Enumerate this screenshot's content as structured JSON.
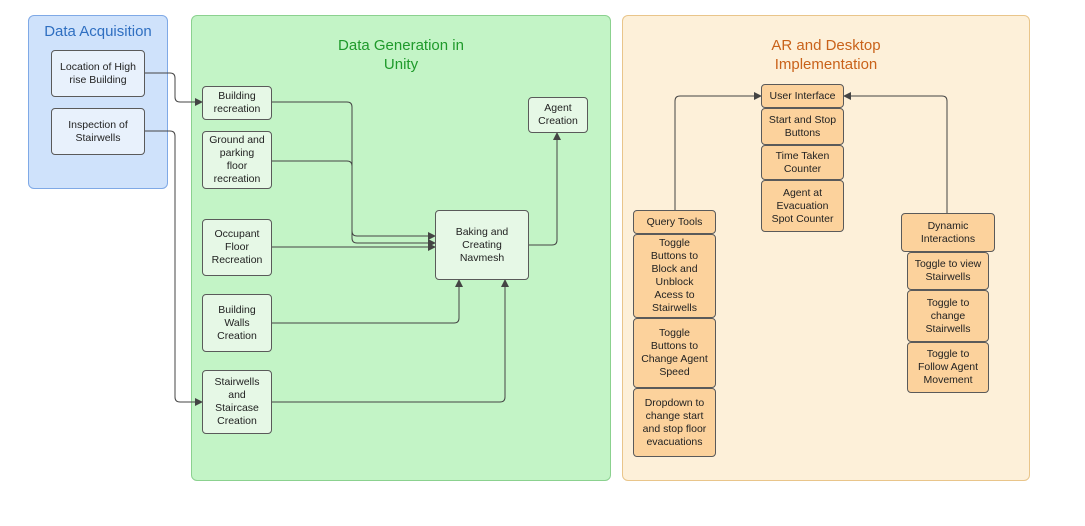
{
  "panels": {
    "acquisition": {
      "title": "Data Acquisition",
      "fill": "#cfe2fb",
      "border": "#7fa9e6",
      "title_color": "#2f6fc1"
    },
    "generation": {
      "title": "Data Generation in\nUnity",
      "fill": "#c3f4c6",
      "border": "#8bd18f",
      "title_color": "#1f9a2b"
    },
    "implementation": {
      "title": "AR and Desktop\nImplementation",
      "fill": "#fdf0d9",
      "border": "#e9c58a",
      "title_color": "#c9621a"
    }
  },
  "acquisition": {
    "location": "Location of High\nrise Building",
    "inspection": "Inspection of\nStairwells"
  },
  "generation": {
    "building_recreation": "Building\nrecreation",
    "ground_parking": "Ground and\nparking\nfloor\nrecreation",
    "occupant_floor": "Occupant\nFloor\nRecreation",
    "building_walls": "Building\nWalls\nCreation",
    "stairwells_staircase": "Stairwells\nand\nStaircase\nCreation",
    "baking_navmesh": "Baking and\nCreating\nNavmesh",
    "agent_creation": "Agent\nCreation"
  },
  "implementation": {
    "user_interface": "User Interface",
    "start_stop": "Start and Stop\nButtons",
    "time_taken": "Time Taken\nCounter",
    "agent_evacuation": "Agent at\nEvacuation\nSpot Counter",
    "query_tools": "Query Tools",
    "toggle_block": "Toggle\nButtons to\nBlock and\nUnblock\nAcess to\nStairwells",
    "toggle_speed": "Toggle\nButtons to\nChange Agent\nSpeed",
    "dropdown_floor": "Dropdown to\nchange start\nand stop floor\nevacuations",
    "dynamic_interactions": "Dynamic\nInteractions",
    "toggle_view": "Toggle to view\nStairwells",
    "toggle_change": "Toggle to\nchange\nStairwells",
    "toggle_follow": "Toggle to\nFollow Agent\nMovement"
  },
  "colors": {
    "connector": "#444444",
    "box_border": "#5a5a5a"
  }
}
